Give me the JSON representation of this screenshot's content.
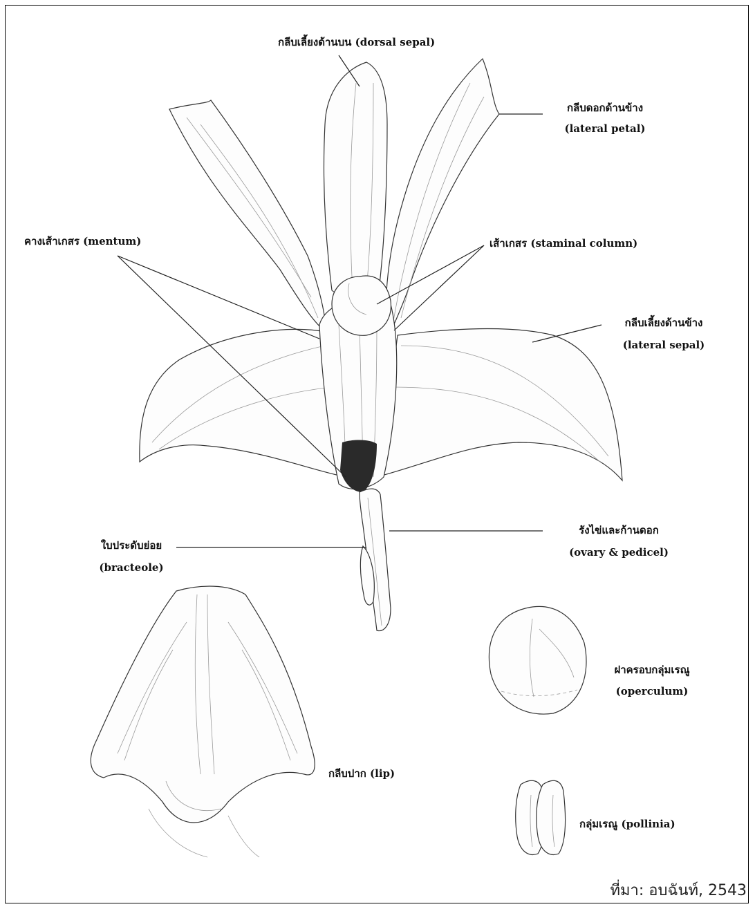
{
  "labels": {
    "dorsal_sepal": "กลีบเลี้ยงด้านบน (dorsal sepal)",
    "lateral_petal_th": "กลีบดอกด้านข้าง",
    "lateral_petal_en": "(lateral petal)",
    "mentum": "คางเส้าเกสร (mentum)",
    "staminal_column": "เส้าเกสร (staminal column)",
    "lateral_sepal_th": "กลีบเลี้ยงด้านข้าง",
    "lateral_sepal_en": "(lateral sepal)",
    "bracteole_th": "ใบประดับย่อย",
    "bracteole_en": "(bracteole)",
    "ovary_th": "รังไข่และก้านดอก",
    "ovary_en": "(ovary & pedicel)",
    "operculum_th": "ฝาครอบกลุ่มเรณู",
    "operculum_en": "(operculum)",
    "lip": "กลีบปาก (lip)",
    "pollinia": "กลุ่มเรณู (pollinia)"
  },
  "credit": "ที่มา: อบฉันท์, 2543"
}
